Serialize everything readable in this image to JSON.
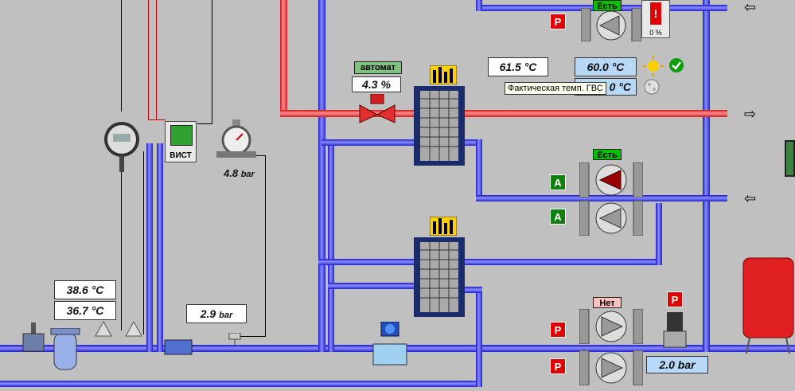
{
  "readouts": {
    "valve_mode": "автомат",
    "valve_position": "4.3 %",
    "temp_actual": "61.5 °C",
    "temp_setpoint": "60.0 °C",
    "temp_outdoor": "0 °C",
    "temp_supply": "38.6 °C",
    "temp_return": "36.7 °C",
    "pressure_gauge": "4.8",
    "pressure_gauge_unit": "bar",
    "pressure_inlet": "2.9",
    "pressure_inlet_unit": "bar",
    "pressure_pump": "2.0 bar"
  },
  "meter": {
    "label": "ВИСТ"
  },
  "tooltip": {
    "text": "Фактическая темп. ГВС"
  },
  "pumps": {
    "top_status": "Есть",
    "middle_status": "Есть",
    "bottom_status": "Нет"
  },
  "tank": {
    "level": "0 %"
  },
  "controls": {
    "mode_p": "P",
    "mode_a": "A",
    "alarm": "!"
  },
  "colors": {
    "background": "#c0c0c0",
    "pipe_hot": "#e02020",
    "pipe_cold": "#2020e0",
    "status_on": "#00c000",
    "status_off": "#ffc0c0",
    "alarm_red": "#e00000",
    "mode_green": "#108010"
  },
  "icons": [
    "sun-icon",
    "moon-icon",
    "check-icon",
    "arrow-right-icon",
    "arrow-left-icon",
    "trend-chart-icon",
    "sensor-icon"
  ]
}
